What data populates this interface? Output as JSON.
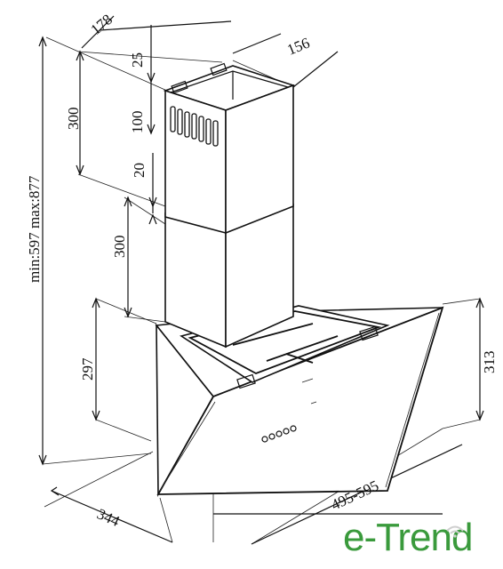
{
  "dimensions": {
    "chimney_depth": "178",
    "chimney_width": "156",
    "top_offset": "25",
    "upper_chimney_height": "300",
    "bracket_height": "100",
    "overlap": "20",
    "lower_chimney_height": "300",
    "total_height": "min:597 max:877",
    "hood_height_left": "297",
    "hood_height_right": "313",
    "hood_depth": "344",
    "hood_width": "495-595"
  },
  "brand": {
    "logo_text": "e-Trend",
    "logo_color": "#3a9a3c"
  },
  "colors": {
    "line": "#111111",
    "background": "#ffffff"
  }
}
